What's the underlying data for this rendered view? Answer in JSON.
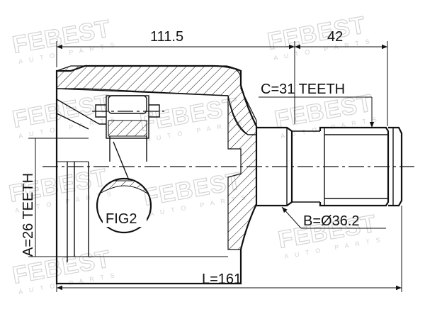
{
  "dimensions": {
    "housing_length": "111.5",
    "spline_length": "42",
    "total_length": "L=161",
    "inner_teeth": "A=26 TEETH",
    "outer_teeth": "C=31 TEETH",
    "seal_diameter": "B=Ø36.2"
  },
  "detail_label": "FIG2",
  "watermark": {
    "brand": "FEBEST",
    "sub": "AUTO PARTS"
  },
  "icons": [
    "hatch-pattern",
    "dimension-arrow",
    "leader-arrow"
  ]
}
